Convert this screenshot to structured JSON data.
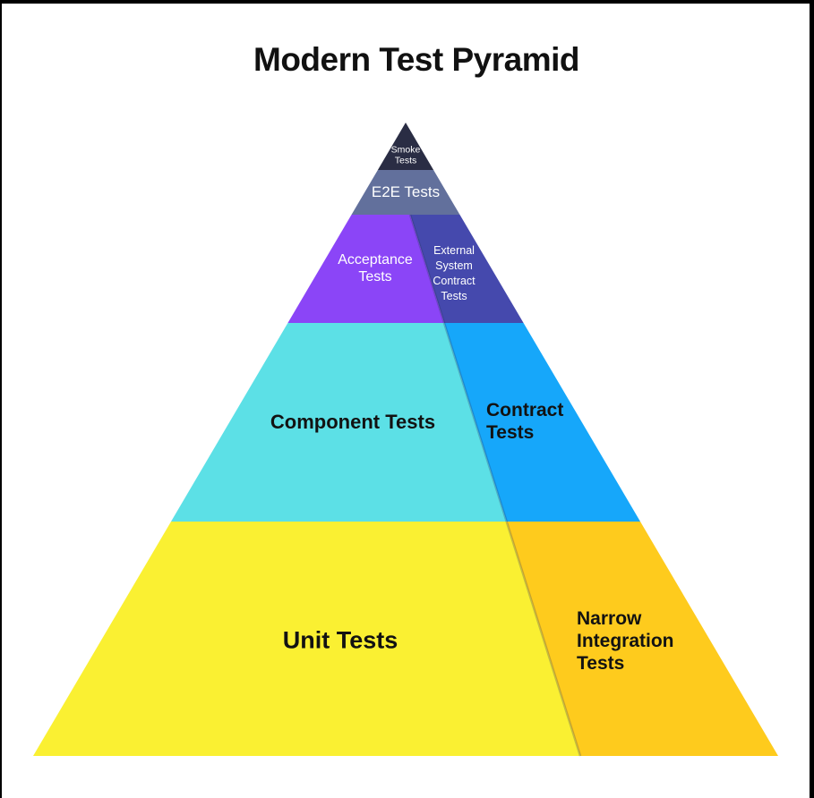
{
  "title": "Modern Test Pyramid",
  "colors": {
    "smoke": "#2a2d44",
    "e2e": "#62709c",
    "acceptance": "#8b45f7",
    "external": "#4549ad",
    "component": "#5ce0e6",
    "contract": "#16a7fa",
    "unit": "#faf032",
    "narrow": "#fecb1d",
    "divider": "rgba(35,42,84,0.25)",
    "frame": "#000000",
    "text_light": "#ffffff",
    "text_dark": "#121212"
  },
  "segments": {
    "smoke": {
      "label": "Smoke\nTests"
    },
    "e2e": {
      "label": "E2E Tests"
    },
    "acceptance": {
      "label": "Acceptance\nTests"
    },
    "external": {
      "label": "External\nSystem\nContract\nTests"
    },
    "component": {
      "label": "Component Tests"
    },
    "contract": {
      "label": "Contract\nTests"
    },
    "unit": {
      "label": "Unit Tests"
    },
    "narrow": {
      "label": "Narrow\nIntegration\nTests"
    }
  }
}
